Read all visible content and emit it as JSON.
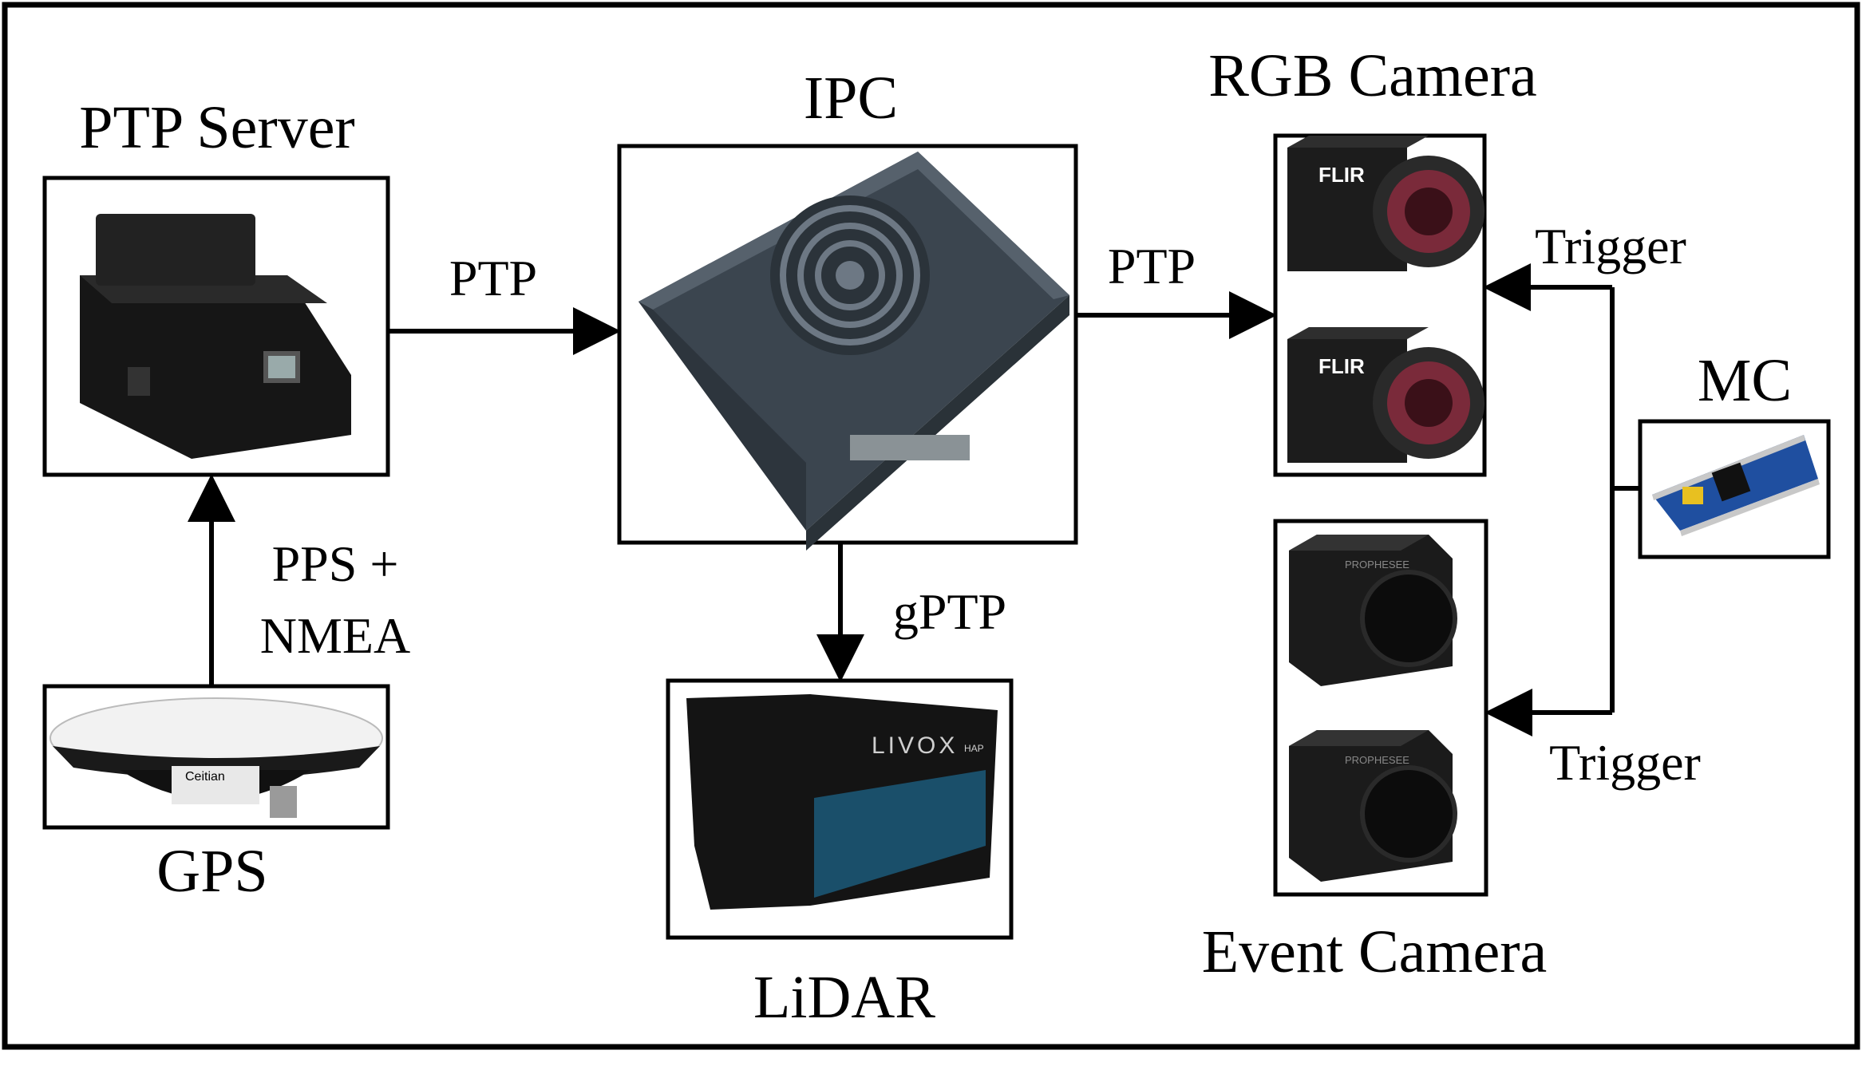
{
  "nodes": {
    "ptp_server": "PTP Server",
    "ipc": "IPC",
    "rgb_camera": "RGB Camera",
    "mc": "MC",
    "gps": "GPS",
    "lidar": "LiDAR",
    "event_camera": "Event Camera"
  },
  "edges": {
    "ptp_server_to_ipc": "PTP",
    "ipc_to_rgb": "PTP",
    "ipc_to_lidar": "gPTP",
    "gps_to_ptp_line1": "PPS +",
    "gps_to_ptp_line2": "NMEA",
    "mc_to_rgb": "Trigger",
    "mc_to_event": "Trigger"
  },
  "device_marks": {
    "rgb_brand_1": "FLIR",
    "rgb_brand_2": "FLIR",
    "lidar_brand": "LIVOX",
    "lidar_model": "HAP",
    "gps_brand": "Ceitian",
    "event_brand_1": "PROPHESEE",
    "event_brand_2": "PROPHESEE"
  },
  "colors": {
    "line": "#000000",
    "ipc_body": "#4a5560",
    "device_dark": "#1c1c1c",
    "lens_red": "#7a2a3a",
    "pcb_blue": "#1f4fa0"
  }
}
